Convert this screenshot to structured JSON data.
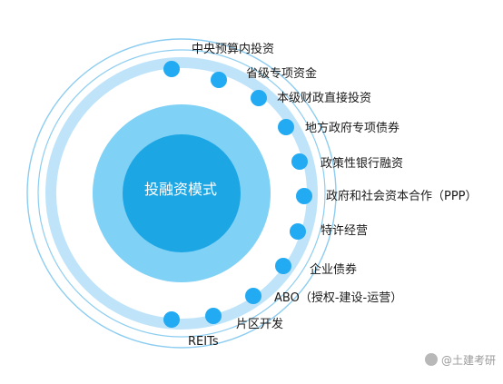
{
  "title": "投融资模式",
  "items": [
    {
      "label": "中央预算内投资"
    },
    {
      "label": "省级专项资金"
    },
    {
      "label": "本级财政直接投资"
    },
    {
      "label": "地方政府专项债券"
    },
    {
      "label": "政策性银行融资"
    },
    {
      "label": "政府和社会资本合作（PPP）"
    },
    {
      "label": "特许经营"
    },
    {
      "label": "企业债券"
    },
    {
      "label": "ABO（授权-建设-运营）"
    },
    {
      "label": "片区开发"
    },
    {
      "label": "REITs"
    },
    {
      "label": ""
    }
  ],
  "watermark": "@土建考研",
  "colors": {
    "outer_ring": "#cde9fb",
    "middle_circle": "#7fd1f6",
    "inner_circle": "#1da6e4",
    "dot": "#22aaf2",
    "ring_line": "#8ccdf1"
  }
}
